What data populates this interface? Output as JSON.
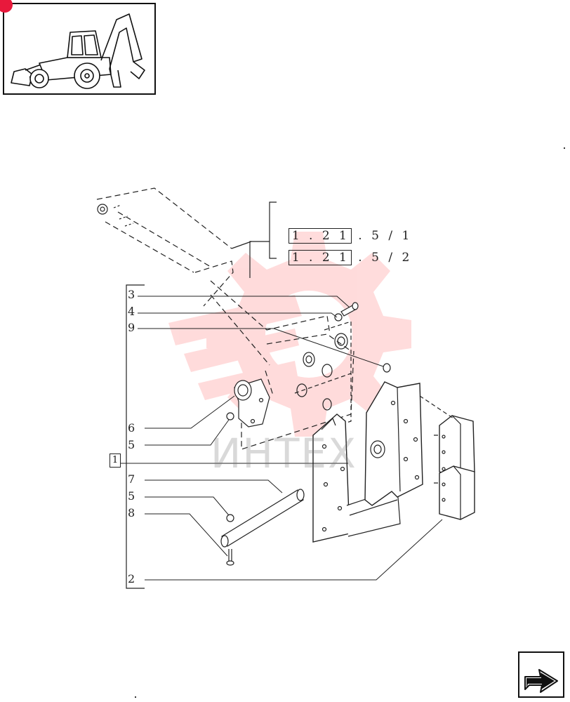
{
  "thumbnail": {
    "icon": "backhoe-loader-icon",
    "badge_color": "#e8193c"
  },
  "references": [
    {
      "boxed": "1 . 2 1",
      "rest": " . 5 / 1"
    },
    {
      "boxed": "1 . 2 1",
      "rest": " . 5 / 2"
    }
  ],
  "callouts": [
    "3",
    "4",
    "9",
    "6",
    "5",
    "1",
    "7",
    "5",
    "8",
    "2"
  ],
  "watermark": {
    "text": "ИНТЕХ",
    "color": "#ff9a9a"
  },
  "navigation": {
    "icon": "next-page-arrow-icon"
  }
}
